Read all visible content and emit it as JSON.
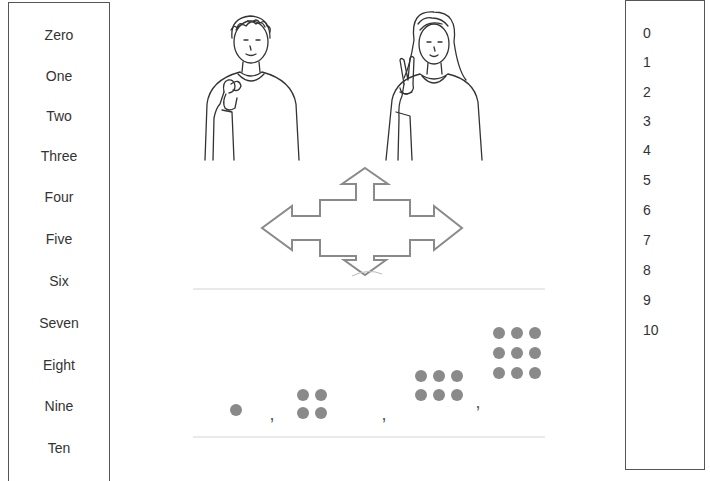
{
  "diagram": {
    "nodes": [
      {
        "text": [
          "Zero",
          "One",
          "Two",
          "Three",
          "Four",
          "Five",
          "Six",
          "Seven",
          "Eight",
          "Nine",
          "Ten"
        ]
      },
      {
        "text": [
          "0",
          "1",
          "2",
          "3",
          "4",
          "5",
          "6",
          "7",
          "8",
          "9",
          "10"
        ]
      }
    ],
    "labels": [
      ",",
      ",",
      ","
    ]
  }
}
